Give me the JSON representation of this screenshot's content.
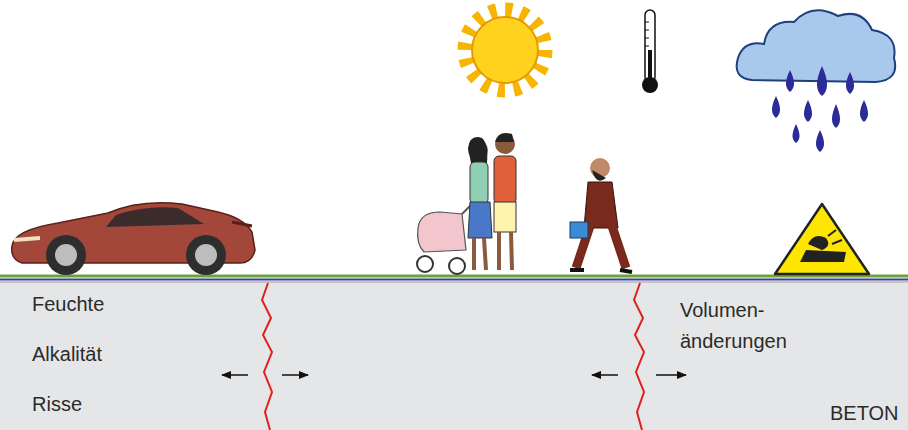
{
  "diagram": {
    "nodes": [
      {
        "text": [
          "Feuchte",
          "Alkalität",
          "Risse",
          "Volumen- änderungen",
          "BETON"
        ]
      }
    ]
  }
}
